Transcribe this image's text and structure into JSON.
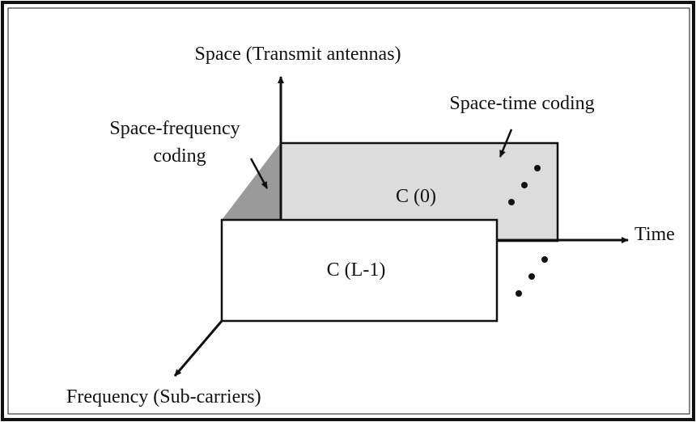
{
  "diagram": {
    "axes": {
      "space_label": "Space (Transmit antennas)",
      "time_label": "Time",
      "frequency_label": "Frequency (Sub-carriers)"
    },
    "coding_labels": {
      "space_time": "Space-time coding",
      "space_frequency_line1": "Space-frequency",
      "space_frequency_line2": "coding"
    },
    "blocks": {
      "back": "C (0)",
      "front": "C (L-1)"
    }
  }
}
